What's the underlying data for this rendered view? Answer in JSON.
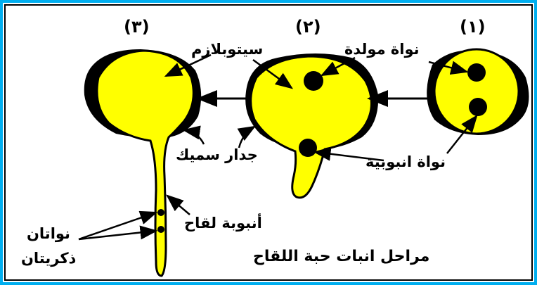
{
  "stages": [
    "(١)",
    "(٢)",
    "(٣)"
  ],
  "labels": {
    "generative_nucleus": "نواة مولدة",
    "cytoplasm": "سيتوبلازم",
    "tube_nucleus": "نواة انبوبية",
    "thick_wall": "جدار سميك",
    "pollen_tube": "أنبوبة لقاح",
    "male_nuclei_line1": "نواتان",
    "male_nuclei_line2": "ذكريتان",
    "caption": "مراحل انبات حبة اللقاح"
  },
  "colors": {
    "frame": "#00aeef",
    "cell": "#ffff00",
    "wall": "#000000"
  }
}
